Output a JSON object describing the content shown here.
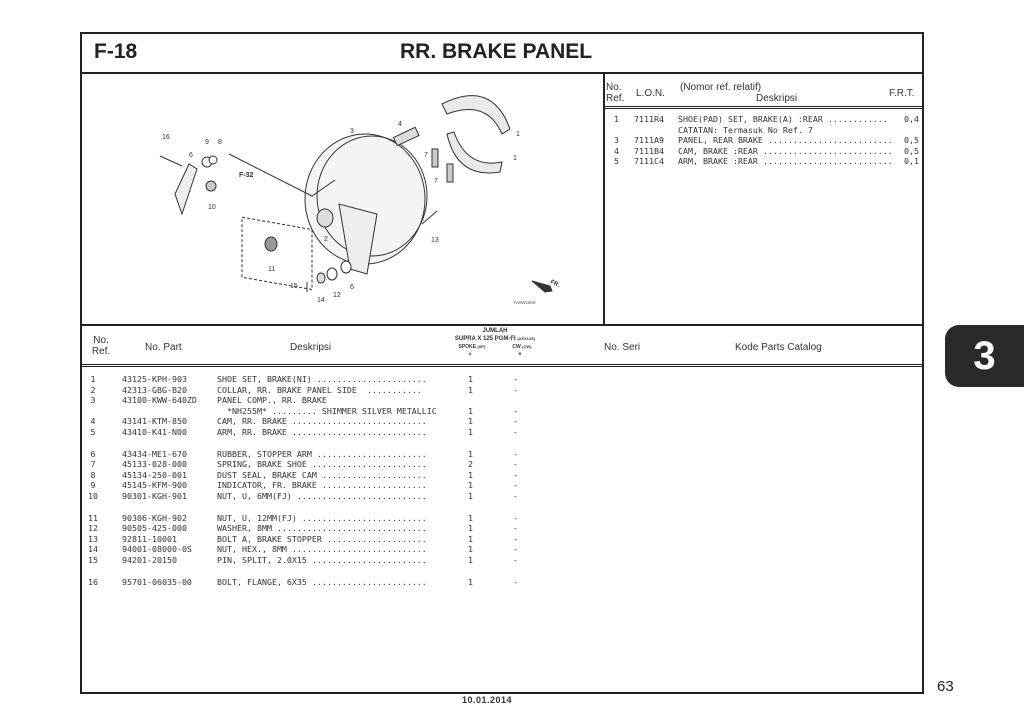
{
  "header": {
    "code": "F-18",
    "title": "RR. BRAKE PANEL"
  },
  "section_tab": "3",
  "page_number": "63",
  "date": "10.01.2014",
  "diagram": {
    "callouts": [
      "16",
      "6",
      "9",
      "8",
      "10",
      "F-32",
      "3",
      "4",
      "7",
      "7",
      "1",
      "1",
      "2",
      "11",
      "13",
      "15",
      "14",
      "12",
      "6"
    ],
    "fr_label": "FR.",
    "figure_code": "KWW1800"
  },
  "frt_table": {
    "headers": {
      "no_ref": "No.\nRef.",
      "lon": "L.O.N.",
      "desc_top": "(Nomor ref. relatif)",
      "desc": "Deskripsi",
      "frt": "F.R.T."
    },
    "rows": [
      {
        "ref": "1",
        "lon": "7111R4",
        "desc": "SHOE(PAD) SET, BRAKE(A) :REAR ............",
        "frt": "0,4"
      },
      {
        "ref": "",
        "lon": "",
        "desc": "CATATAN: Termasuk No Ref. 7",
        "frt": ""
      },
      {
        "ref": "3",
        "lon": "7111A9",
        "desc": "PANEL, REAR BRAKE .........................",
        "frt": "0,5"
      },
      {
        "ref": "4",
        "lon": "7111B4",
        "desc": "CAM, BRAKE :REAR ..........................",
        "frt": "0,5"
      },
      {
        "ref": "5",
        "lon": "7111C4",
        "desc": "ARM, BRAKE :REAR ..........................",
        "frt": "0,1"
      }
    ]
  },
  "parts_table": {
    "headers": {
      "no_ref": "No.\nRef.",
      "no_part": "No. Part",
      "desc": "Deskripsi",
      "jumlah": "JUMLAH",
      "model": "SUPRA X 125 PGM-FI",
      "model_code": "(AFX12S)",
      "spoke": "SPOKE",
      "spoke_code": "(SP)",
      "cw": "CW",
      "cw_code": "(CW)",
      "spoke_sub": "A",
      "cw_sub": "B",
      "no_seri": "No. Seri",
      "kode": "Kode Parts Catalog"
    },
    "rows": [
      {
        "ref": "1",
        "part": "43125-KPH-903",
        "desc": "SHOE SET, BRAKE(NI) ......................",
        "spoke": "1",
        "cw": "-"
      },
      {
        "ref": "2",
        "part": "42313-GBG-B20",
        "desc": "COLLAR, RR. BRAKE PANEL SIDE  ...........",
        "spoke": "1",
        "cw": "-"
      },
      {
        "ref": "3",
        "part": "43100-KWW-640ZD",
        "desc": "PANEL COMP., RR. BRAKE",
        "spoke": "",
        "cw": ""
      },
      {
        "ref": "",
        "part": "",
        "desc": "  *NH255M* ......... SHIMMER SILVER METALLIC",
        "spoke": "1",
        "cw": "-"
      },
      {
        "ref": "4",
        "part": "43141-KTM-850",
        "desc": "CAM, RR. BRAKE ...........................",
        "spoke": "1",
        "cw": "-"
      },
      {
        "ref": "5",
        "part": "43410-K41-N00",
        "desc": "ARM, RR. BRAKE ...........................",
        "spoke": "1",
        "cw": "-"
      },
      {
        "ref": "6",
        "part": "43434-ME1-670",
        "desc": "RUBBER, STOPPER ARM ......................",
        "spoke": "1",
        "cw": "-"
      },
      {
        "ref": "7",
        "part": "45133-028-000",
        "desc": "SPRING, BRAKE SHOE .......................",
        "spoke": "2",
        "cw": "-"
      },
      {
        "ref": "8",
        "part": "45134-250-001",
        "desc": "DUST SEAL, BRAKE CAM .....................",
        "spoke": "1",
        "cw": "-"
      },
      {
        "ref": "9",
        "part": "45145-KFM-900",
        "desc": "INDICATOR, FR. BRAKE .....................",
        "spoke": "1",
        "cw": "-"
      },
      {
        "ref": "10",
        "part": "90301-KGH-901",
        "desc": "NUT, U, 6MM(FJ) ..........................",
        "spoke": "1",
        "cw": "-"
      },
      {
        "ref": "11",
        "part": "90306-KGH-902",
        "desc": "NUT, U, 12MM(FJ) .........................",
        "spoke": "1",
        "cw": "-"
      },
      {
        "ref": "12",
        "part": "90505-425-000",
        "desc": "WASHER, 8MM ..............................",
        "spoke": "1",
        "cw": "-"
      },
      {
        "ref": "13",
        "part": "92811-10001",
        "desc": "BOLT A, BRAKE STOPPER ....................",
        "spoke": "1",
        "cw": "-"
      },
      {
        "ref": "14",
        "part": "94001-08000-0S",
        "desc": "NUT, HEX., 8MM ...........................",
        "spoke": "1",
        "cw": "-"
      },
      {
        "ref": "15",
        "part": "94201-20150",
        "desc": "PIN, SPLIT, 2.0X15 .......................",
        "spoke": "1",
        "cw": "-"
      },
      {
        "ref": "16",
        "part": "95701-06035-00",
        "desc": "BOLT, FLANGE, 6X35 .......................",
        "spoke": "1",
        "cw": "-"
      }
    ]
  }
}
